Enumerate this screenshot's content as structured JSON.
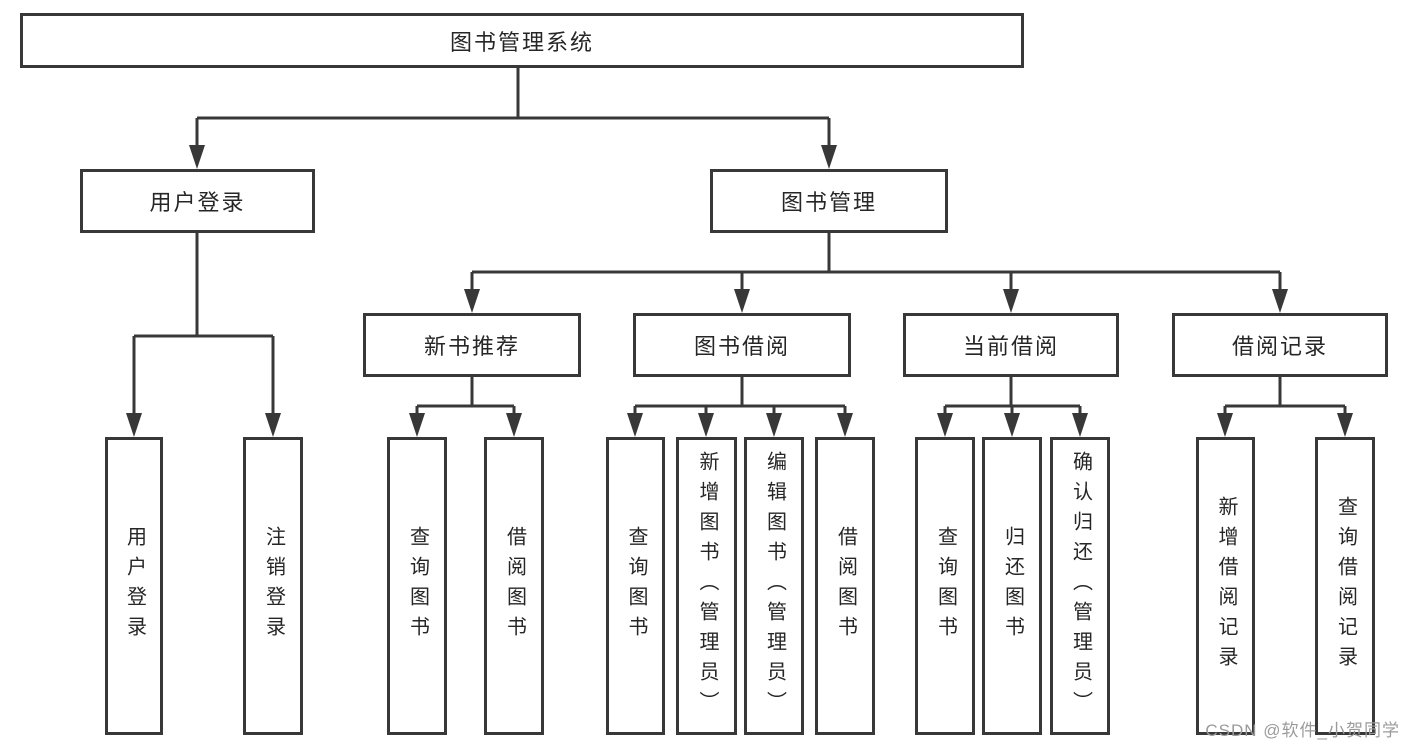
{
  "diagram": {
    "root": "图书管理系统",
    "level2": [
      "用户登录",
      "图书管理"
    ],
    "level3": [
      "新书推荐",
      "图书借阅",
      "当前借阅",
      "借阅记录"
    ],
    "leaves": {
      "login": [
        "用户登录",
        "注销登录"
      ],
      "recommend": [
        "查询图书",
        "借阅图书"
      ],
      "borrow": [
        "查询图书",
        "新增图书（管理员）",
        "编辑图书（管理员）",
        "借阅图书"
      ],
      "current": [
        "查询图书",
        "归还图书",
        "确认归还（管理员）"
      ],
      "records": [
        "新增借阅记录",
        "查询借阅记录"
      ]
    }
  },
  "watermark": "CSDN @软件_小贺同学",
  "colors": {
    "line": "#383838",
    "text": "#262626",
    "watermark_text": "#9b9b9b",
    "background": "#ffffff"
  }
}
